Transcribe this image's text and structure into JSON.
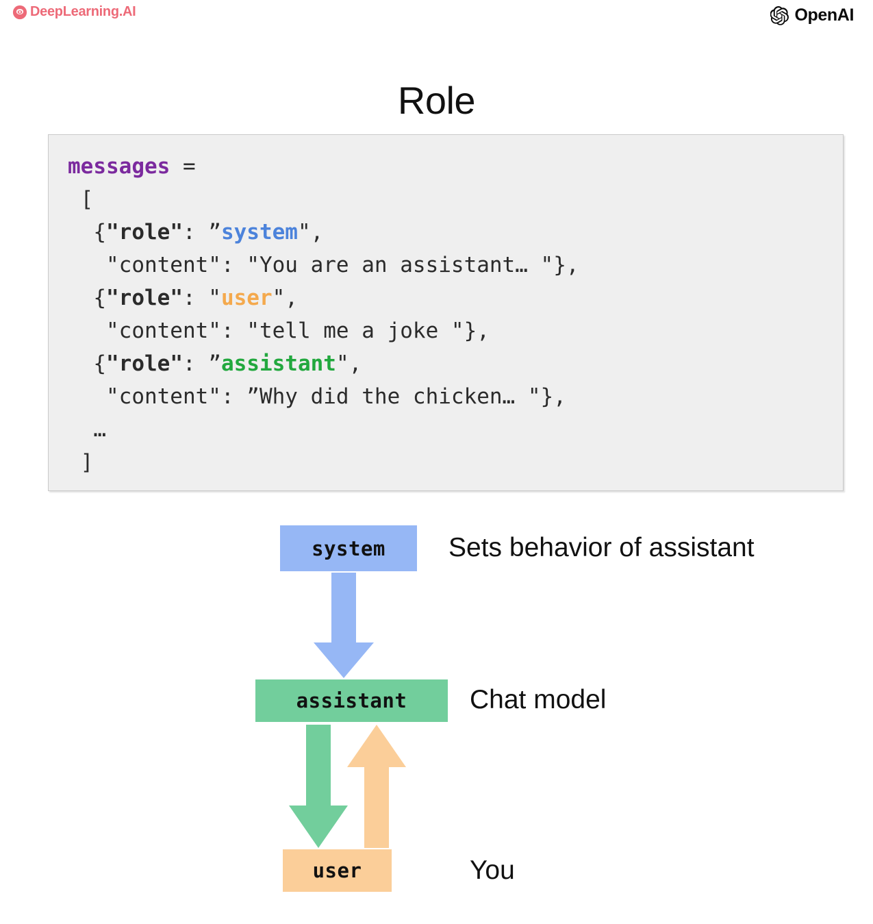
{
  "branding": {
    "deeplearning": {
      "icon": "deeplearning-logo-icon",
      "label": "DeepLearning.AI"
    },
    "openai": {
      "icon": "openai-logo-icon",
      "label": "OpenAI"
    }
  },
  "title": "Role",
  "code_block": {
    "lines": [
      [
        {
          "t": "messages",
          "c": "var"
        },
        {
          "t": " =",
          "c": "plain"
        }
      ],
      [
        {
          "t": " [",
          "c": "plain"
        }
      ],
      [
        {
          "t": "  {",
          "c": "plain"
        },
        {
          "t": "\"role\"",
          "c": "key"
        },
        {
          "t": ": ",
          "c": "plain"
        },
        {
          "t": "”",
          "c": "plain"
        },
        {
          "t": "system",
          "c": "sys"
        },
        {
          "t": "\",",
          "c": "plain"
        }
      ],
      [
        {
          "t": "   \"content\": \"You are an assistant… \"},",
          "c": "plain"
        }
      ],
      [
        {
          "t": "  {",
          "c": "plain"
        },
        {
          "t": "\"role\"",
          "c": "key"
        },
        {
          "t": ": \"",
          "c": "plain"
        },
        {
          "t": "user",
          "c": "user"
        },
        {
          "t": "\",",
          "c": "plain"
        }
      ],
      [
        {
          "t": "   \"content\": \"tell me a joke \"},",
          "c": "plain"
        }
      ],
      [
        {
          "t": "  {",
          "c": "plain"
        },
        {
          "t": "\"role\"",
          "c": "key"
        },
        {
          "t": ": ",
          "c": "plain"
        },
        {
          "t": "”",
          "c": "plain"
        },
        {
          "t": "assistant",
          "c": "asst"
        },
        {
          "t": "\",",
          "c": "plain"
        }
      ],
      [
        {
          "t": "   \"content\": ”Why did the chicken… \"},",
          "c": "plain"
        }
      ],
      [
        {
          "t": "  …",
          "c": "plain"
        }
      ],
      [
        {
          "t": " ]",
          "c": "plain"
        }
      ]
    ]
  },
  "flow": {
    "nodes": [
      {
        "id": "system",
        "label": "system",
        "color": "#96B7F5",
        "caption": "Sets behavior of assistant"
      },
      {
        "id": "assistant",
        "label": "assistant",
        "color": "#72CE9C",
        "caption": "Chat model"
      },
      {
        "id": "user",
        "label": "user",
        "color": "#FBCE99",
        "caption": "You"
      }
    ],
    "arrows": [
      {
        "id": "system-to-assistant",
        "color": "#96B7F5",
        "direction": "down"
      },
      {
        "id": "assistant-to-user",
        "color": "#72CE9C",
        "direction": "down"
      },
      {
        "id": "user-to-assistant",
        "color": "#FBCE99",
        "direction": "up"
      }
    ]
  },
  "colors": {
    "code_bg": "#EFEFEF",
    "var_purple": "#7B2A9E",
    "system_blue": "#4C83DB",
    "user_orange": "#F4A94D",
    "assistant_green": "#22A83E",
    "brand_pink": "#ED6A78"
  }
}
